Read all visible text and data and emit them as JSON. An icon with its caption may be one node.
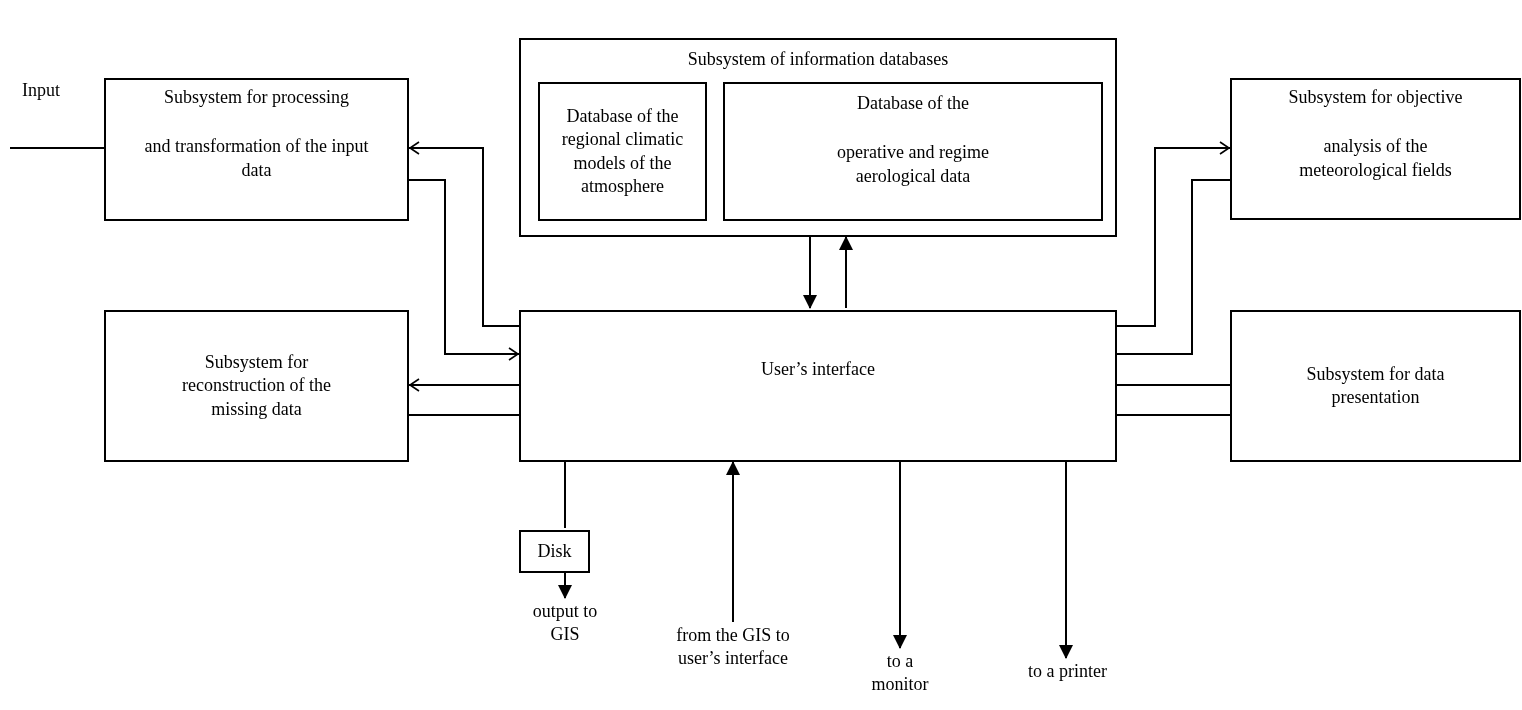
{
  "diagram": {
    "nodes": [
      {
        "text": [
          "Subsystem for processing",
          "and transformation of the input data"
        ]
      },
      {
        "text": [
          "Subsystem of information databases"
        ]
      },
      {
        "text": [
          "Database of the regional climatic models of the atmosphere"
        ],
        "in": 1
      },
      {
        "text": [
          "Database of the",
          "operative and regime aerological data"
        ],
        "in": 1
      },
      {
        "text": [
          "Subsystem for objective",
          "analysis of the meteorological fields"
        ]
      },
      {
        "text": [
          "Subsystem for reconstruction of the missing data"
        ]
      },
      {
        "text": [
          "User’s interface"
        ]
      },
      {
        "text": [
          "Subsystem for data presentation"
        ]
      },
      {
        "text": [
          "Disk"
        ]
      },
      {
        "text": [
          "output to GIS"
        ]
      },
      {
        "text": [
          "from the GIS to user’s interface"
        ]
      },
      {
        "text": [
          "to a monitor"
        ]
      },
      {
        "text": [
          "to a printer"
        ]
      }
    ],
    "edges": [
      {
        "from": null,
        "to": 0,
        "arrow": "none"
      },
      {
        "from": 6,
        "to": 0,
        "arrow": "to"
      },
      {
        "from": 0,
        "to": 6,
        "arrow": "to"
      },
      {
        "from": 6,
        "to": 5,
        "arrow": "to"
      },
      {
        "from": 5,
        "to": 6,
        "arrow": "none"
      },
      {
        "from": 6,
        "to": 4,
        "arrow": "to"
      },
      {
        "from": 4,
        "to": 6,
        "arrow": "none"
      },
      {
        "from": 6,
        "to": 7,
        "arrow": "none"
      },
      {
        "from": 7,
        "to": 6,
        "arrow": "none"
      },
      {
        "from": 1,
        "to": 6,
        "arrow": "to"
      },
      {
        "from": 6,
        "to": 1,
        "arrow": "to"
      },
      {
        "from": 6,
        "to": 8,
        "arrow": "none"
      },
      {
        "from": 8,
        "to": 9,
        "arrow": "to"
      },
      {
        "from": 10,
        "to": 6,
        "arrow": "to"
      },
      {
        "from": 6,
        "to": 11,
        "arrow": "to"
      },
      {
        "from": 6,
        "to": 12,
        "arrow": "to"
      }
    ],
    "labels": [
      "Input"
    ]
  }
}
